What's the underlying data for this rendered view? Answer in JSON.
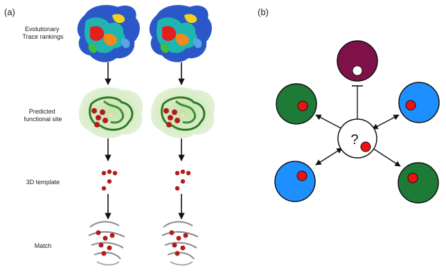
{
  "panel_a": {
    "label": "(a)",
    "steps": [
      {
        "label_lines": [
          "Evolutionary",
          "Trace rankings"
        ]
      },
      {
        "label_lines": [
          "Predicted",
          "functional site"
        ]
      },
      {
        "label_lines": [
          "3D template"
        ]
      },
      {
        "label_lines": [
          "Match"
        ]
      }
    ]
  },
  "panel_b": {
    "label": "(b)",
    "center_symbol": "?",
    "colors": {
      "purple": "#7d1148",
      "green": "#1e7a37",
      "blue": "#1e8fff",
      "red": "#ee1111",
      "center": "#ffffff"
    }
  }
}
